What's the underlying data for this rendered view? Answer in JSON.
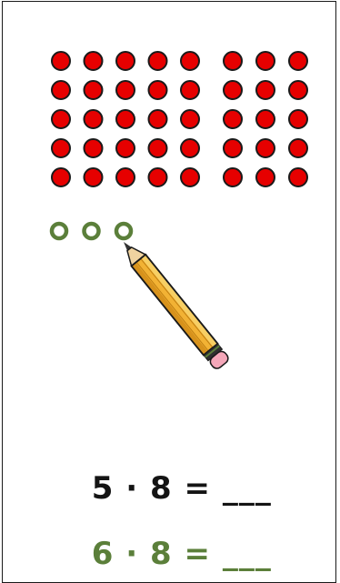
{
  "dot_array": {
    "rows": 5,
    "left_group_columns": 5,
    "right_group_columns": 3,
    "dot_color": "#e60000",
    "dot_outline_color": "#1a1a1a"
  },
  "added_row": {
    "circle_count": 3,
    "circle_color": "#5b7f3a",
    "style": "open-circle"
  },
  "pencil": {
    "icon": "pencil-icon",
    "body_color": "#f2b234",
    "eraser_color": "#f4a7b9"
  },
  "equations": [
    {
      "text": "5 · 8 = ___",
      "color": "#141414"
    },
    {
      "text": "6 · 8 = ___",
      "color": "#5b7f3a"
    }
  ]
}
